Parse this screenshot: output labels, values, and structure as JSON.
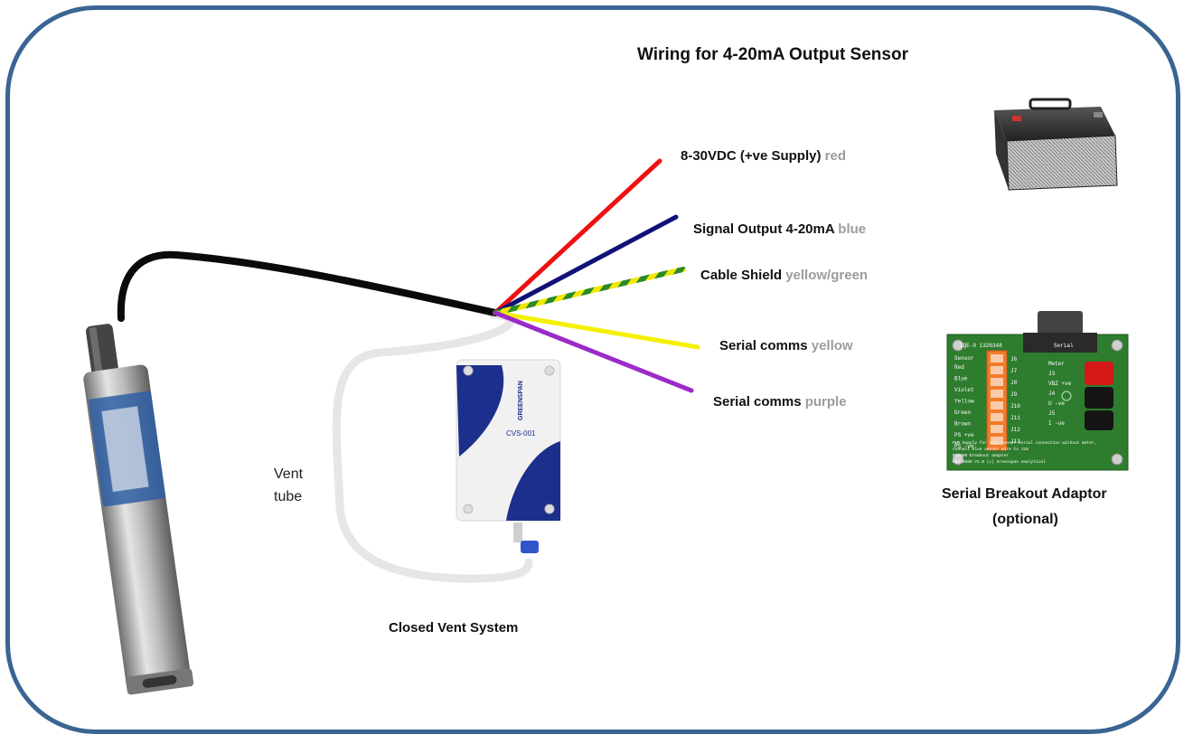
{
  "title": "Wiring for 4-20mA Output Sensor",
  "wires": [
    {
      "label": "8-30VDC   (+ve Supply)",
      "color_name": "red",
      "color": "#ee1111"
    },
    {
      "label": "Signal Output 4-20mA",
      "color_name": "blue",
      "color": "#111177"
    },
    {
      "label": "Cable Shield",
      "color_name": "yellow/green",
      "color": "#88aa22"
    },
    {
      "label": "Serial comms",
      "color_name": "yellow",
      "color": "#f5f000"
    },
    {
      "label": "Serial comms",
      "color_name": "purple",
      "color": "#9b2bc8"
    }
  ],
  "vent_label_line1": "Vent",
  "vent_label_line2": "tube",
  "closed_vent_label": "Closed Vent System",
  "adaptor_label_line1": "Serial Breakout Adaptor",
  "adaptor_label_line2": "(optional)",
  "cvs_box": {
    "brand": "GREENSPAN",
    "model": "CVS-001"
  },
  "breakout_board": {
    "header": "Serial",
    "id_text": "IQE-0 1326348",
    "sensor_header": "Sensor",
    "rows": [
      "Red",
      "Blue",
      "Violet",
      "Yellow",
      "Green",
      "Brown",
      "PS +ve",
      "PS -ve"
    ],
    "jumpers": [
      "J6",
      "J7",
      "J8",
      "J9",
      "J10",
      "J11",
      "J12",
      "J13"
    ],
    "right_labels": [
      "Meter",
      "J3",
      "VBZ +ve",
      "J4",
      "U -ve",
      "J5",
      "I -ve"
    ],
    "footer_lines": [
      "PWR Supply   for 1out sensor serial connection without meter,",
      "connect blue sensor wire to J10",
      "PS7000 breakout adapter",
      "D83-0080 V1.0 (c) Greenspan Analytical"
    ]
  }
}
